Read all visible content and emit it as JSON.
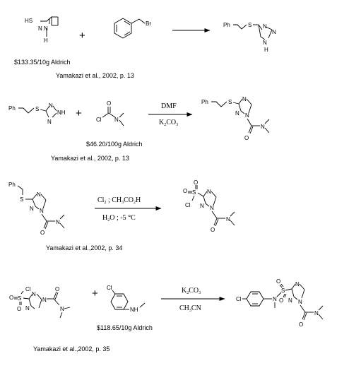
{
  "step1": {
    "caption": "Yamakazi et al., 2002, p. 13",
    "price": "$133.35/10g Aldrich",
    "plus": "+",
    "mercaptotriazole": {
      "hs": "HS",
      "n1": "N",
      "n2": "N",
      "h": "H"
    },
    "benzyl_bromide": {
      "br": "Br"
    },
    "product": {
      "ph": "Ph",
      "s": "S",
      "n1": "N",
      "n2": "N",
      "n3": "N",
      "h": "H"
    }
  },
  "step2": {
    "caption": "Yamakazi et al., 2002, p. 13",
    "price": "$46.20/100g Aldrich",
    "plus": "+",
    "reactant": {
      "ph": "Ph",
      "s": "S",
      "n1": "N",
      "nh": "NH",
      "n3": "N"
    },
    "reagent": {
      "o": "O",
      "cl": "Cl",
      "n": "N"
    },
    "conditions_top": "DMF",
    "conditions_bottom": {
      "k": "K",
      "k_sub": "2",
      "co": "CO",
      "co_sub": "3"
    },
    "product": {
      "ph": "Ph",
      "s": "S",
      "n1": "N",
      "n2": "N",
      "n3": "N",
      "o": "O",
      "n4": "N"
    }
  },
  "step3": {
    "caption": "Yamakazi et al.,2002,  p. 34",
    "reactant": {
      "ph": "Ph",
      "s": "S",
      "n1": "N",
      "n2": "N",
      "n3": "N",
      "o": "O",
      "n4": "N"
    },
    "conditions_top": {
      "cl": "Cl",
      "cl_sub": "2",
      "sep": " ; CH",
      "sub3": "3",
      "co": "CO",
      "sub2": "2",
      "h": "H"
    },
    "conditions_bottom": {
      "h": "H",
      "h_sub": "2",
      "rest": "O ; -5 °C"
    },
    "product": {
      "o1": "O",
      "s": "S",
      "cl": "Cl",
      "o2": "O",
      "n1": "N",
      "n2": "N",
      "n3": "N",
      "o3": "O",
      "n4": "N"
    }
  },
  "step4": {
    "caption": "Yamakazi et al.,2002,  p. 35",
    "price": "$118.65/10g Aldrich",
    "plus": "+",
    "reactant": {
      "cl": "Cl",
      "s": "S",
      "o1": "O",
      "o2": "O",
      "n1": "N",
      "n2": "N",
      "n3": "N",
      "o3": "O",
      "n4": "N"
    },
    "aniline": {
      "cl": "Cl",
      "nh": "NH"
    },
    "conditions_top": {
      "k": "K",
      "k_sub": "2",
      "co": "CO",
      "co_sub": "3"
    },
    "conditions_bottom": {
      "ch": "CH",
      "sub": "3",
      "cn": "CN"
    },
    "product": {
      "cl": "Cl",
      "n_aryl": "N",
      "s": "S",
      "o1": "O",
      "o2": "O",
      "n1": "N",
      "n2": "N",
      "n3": "N",
      "o3": "O",
      "n4": "N"
    }
  }
}
